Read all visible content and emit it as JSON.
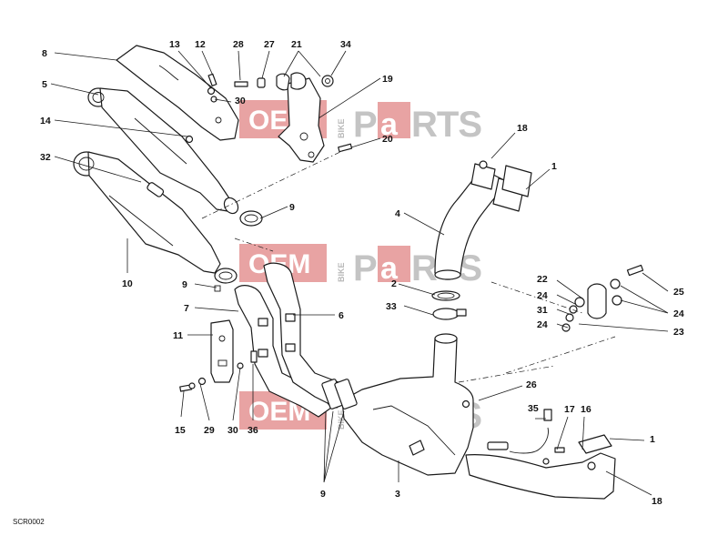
{
  "diagram": {
    "code": "SCR0002",
    "watermark": {
      "oem": "OEM",
      "bike": "BIKE",
      "p": "P",
      "a": "a",
      "rts": "RTS",
      "color": "#e8a3a3"
    },
    "callouts": {
      "c1a": "1",
      "c1b": "1",
      "c2": "2",
      "c3": "3",
      "c4": "4",
      "c5": "5",
      "c6": "6",
      "c7": "7",
      "c8": "8",
      "c9a": "9",
      "c9b": "9",
      "c9c": "9",
      "c10": "10",
      "c11": "11",
      "c12": "12",
      "c13": "13",
      "c14": "14",
      "c15": "15",
      "c16": "16",
      "c17": "17",
      "c18a": "18",
      "c18b": "18",
      "c19": "19",
      "c20": "20",
      "c21": "21",
      "c22": "22",
      "c23": "23",
      "c24a": "24",
      "c24b": "24",
      "c24c": "24",
      "c25": "25",
      "c26": "26",
      "c27": "27",
      "c28": "28",
      "c29": "29",
      "c30a": "30",
      "c30b": "30",
      "c31": "31",
      "c32": "32",
      "c33": "33",
      "c34": "34",
      "c35": "35",
      "c36": "36"
    }
  }
}
